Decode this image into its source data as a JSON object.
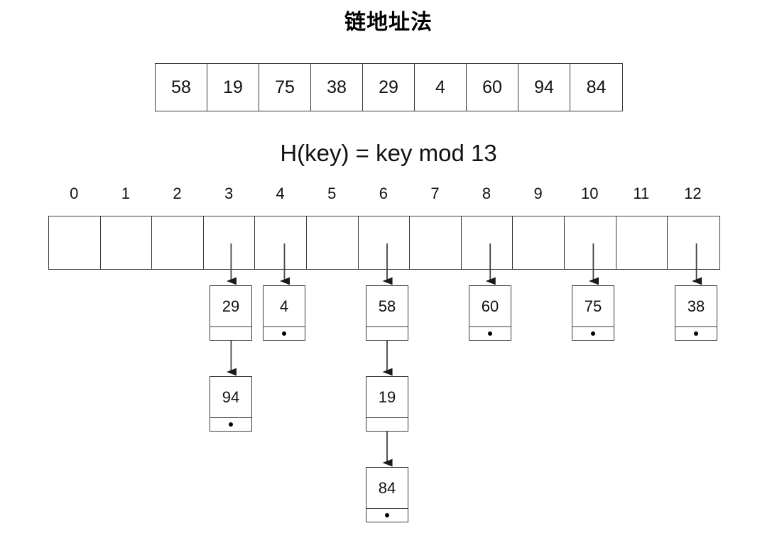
{
  "title": "链地址法",
  "hash_function": "H(key) = key mod 13",
  "keys": {
    "label": "keys-array",
    "values": [
      "58",
      "19",
      "75",
      "38",
      "29",
      "4",
      "60",
      "94",
      "84"
    ]
  },
  "hash_table": {
    "size": 13,
    "bucket_indices": [
      "0",
      "1",
      "2",
      "3",
      "4",
      "5",
      "6",
      "7",
      "8",
      "9",
      "10",
      "11",
      "12"
    ],
    "buckets": [
      {
        "index": "0",
        "chain": []
      },
      {
        "index": "1",
        "chain": []
      },
      {
        "index": "2",
        "chain": []
      },
      {
        "index": "3",
        "chain": [
          "29",
          "94"
        ]
      },
      {
        "index": "4",
        "chain": [
          "4"
        ]
      },
      {
        "index": "5",
        "chain": []
      },
      {
        "index": "6",
        "chain": [
          "58",
          "19",
          "84"
        ]
      },
      {
        "index": "7",
        "chain": []
      },
      {
        "index": "8",
        "chain": [
          "60"
        ]
      },
      {
        "index": "9",
        "chain": []
      },
      {
        "index": "10",
        "chain": [
          "75"
        ]
      },
      {
        "index": "11",
        "chain": []
      },
      {
        "index": "12",
        "chain": [
          "38"
        ]
      }
    ]
  },
  "nodes": {
    "n29": "29",
    "n4": "4",
    "n58": "58",
    "n60": "60",
    "n75": "75",
    "n38": "38",
    "n94": "94",
    "n19": "19",
    "n84": "84"
  },
  "colors": {
    "background": "#ffffff",
    "stroke": "#3a3a3a",
    "text": "#111111",
    "arrow": "#1a1a1a"
  }
}
